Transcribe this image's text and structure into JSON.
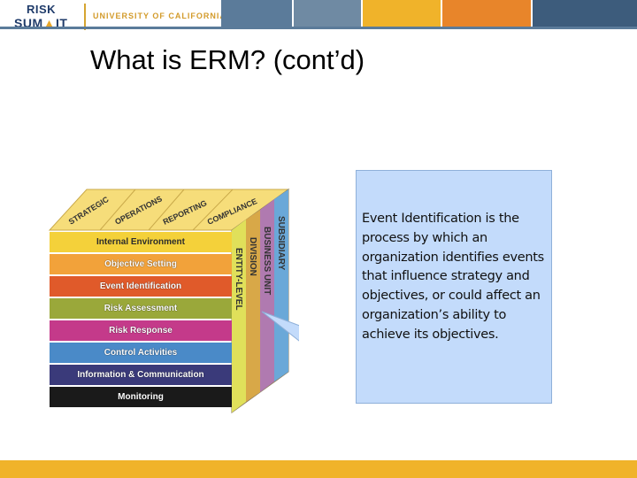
{
  "header": {
    "logo_line1": "RISK",
    "logo_line2_a": "SUM",
    "logo_line2_b": "IT",
    "university": "UNIVERSITY OF CALIFORNIA",
    "colors": {
      "gold": "#f0b32a",
      "orange": "#e8852a",
      "navy": "#1f3b6a",
      "slate": "#5b7b9a"
    }
  },
  "slide": {
    "title": "What is ERM? (cont’d)",
    "callout_text": "Event Identification is the process by which an organization identifies events that influence strategy and objectives, or could affect an organization’s ability to achieve its objectives."
  },
  "cube": {
    "top_labels": [
      "STRATEGIC",
      "OPERATIONS",
      "REPORTING",
      "COMPLIANCE"
    ],
    "side_labels": [
      "ENTITY-LEVEL",
      "DIVISION",
      "BUSINESS UNIT",
      "SUBSIDIARY"
    ],
    "rows": [
      {
        "label": "Internal Environment",
        "color": "#f4d13a"
      },
      {
        "label": "Objective Setting",
        "color": "#f2a23a"
      },
      {
        "label": "Event Identification",
        "color": "#e05a2a"
      },
      {
        "label": "Risk Assessment",
        "color": "#9aa83a"
      },
      {
        "label": "Risk Response",
        "color": "#c43a8a"
      },
      {
        "label": "Control Activities",
        "color": "#4a8ac8"
      },
      {
        "label": "Information & Communication",
        "color": "#3a3a7a"
      },
      {
        "label": "Monitoring",
        "color": "#1a1a1a"
      }
    ]
  },
  "footer": {
    "color": "#f0b32a"
  }
}
